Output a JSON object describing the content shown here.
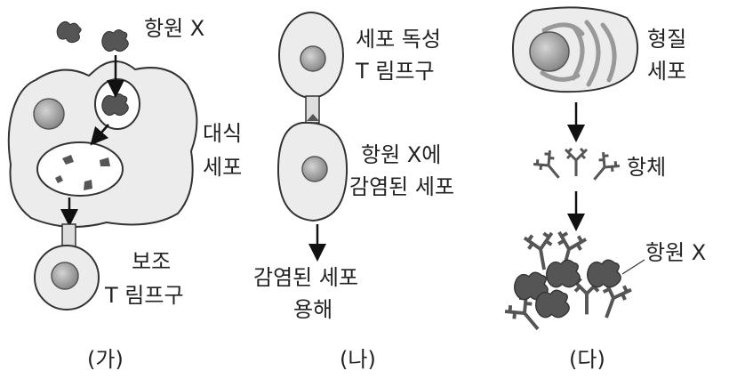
{
  "panel_a": {
    "antigen_label": "항원 X",
    "macrophage_label_1": "대식",
    "macrophage_label_2": "세포",
    "helper_label_1": "보조",
    "helper_label_2": "T 림프구",
    "caption": "(가)"
  },
  "panel_b": {
    "cytotoxic_label_1": "세포 독성",
    "cytotoxic_label_2": "T 림프구",
    "infected_label_1": "항원 X에",
    "infected_label_2": "감염된 세포",
    "result_label_1": "감염된 세포",
    "result_label_2": "용해",
    "caption": "(나)"
  },
  "panel_c": {
    "plasma_label_1": "형질",
    "plasma_label_2": "세포",
    "antibody_label": "항체",
    "antigen_label": "항원 X",
    "caption": "(다)"
  }
}
